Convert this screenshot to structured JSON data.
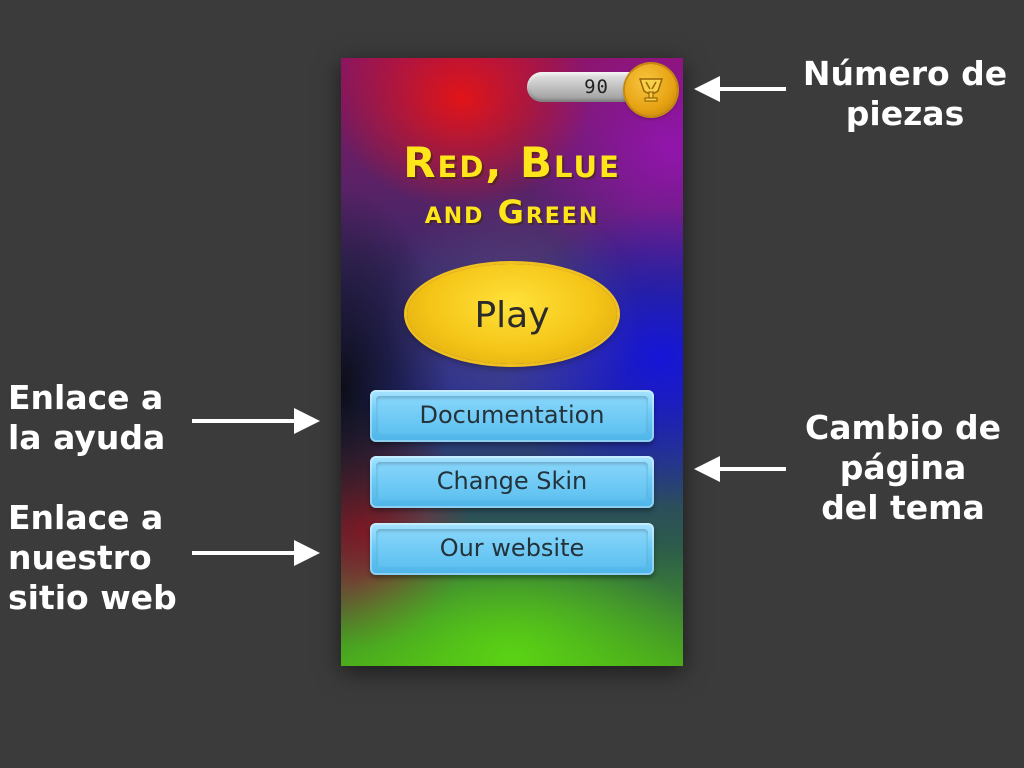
{
  "game": {
    "coin_count": "90",
    "title_line1": "Red, Blue",
    "title_line2": "and Green",
    "play_label": "Play",
    "buttons": [
      {
        "label": "Documentation"
      },
      {
        "label": "Change Skin"
      },
      {
        "label": "Our website"
      }
    ]
  },
  "annotations": {
    "coins": [
      "Número de",
      "piezas"
    ],
    "help": [
      "Enlace a",
      "la ayuda"
    ],
    "skin": [
      "Cambio de",
      "página",
      "del tema"
    ],
    "website": [
      "Enlace a",
      "nuestro",
      "sitio web"
    ]
  },
  "colors": {
    "background": "#3b3b3b",
    "title": "#ffe61a",
    "play_button": "#f5c518",
    "menu_button": "#6ccaf6",
    "coin": "#e6a212",
    "annotation_text": "#ffffff"
  },
  "icons": {
    "coin": "trophy-coin-icon",
    "arrows": "arrow-icon"
  }
}
